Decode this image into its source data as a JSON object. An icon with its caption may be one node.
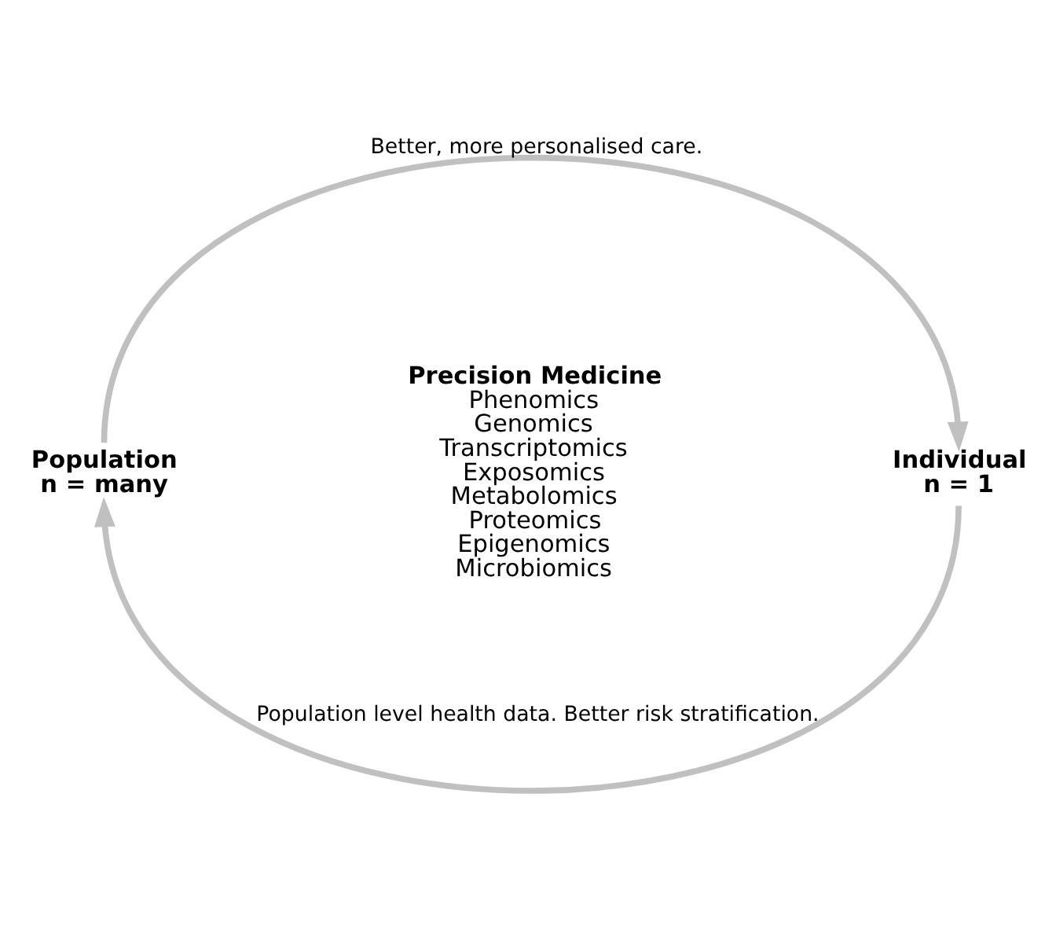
{
  "diagram": {
    "nodes": [
      {
        "text": [
          "Precision Medicine",
          "Phenomics",
          "Genomics",
          "Transcriptomics",
          "Exposomics",
          "Metabolomics",
          "Proteomics",
          "Epigenomics",
          "Microbiomics"
        ]
      },
      {
        "text": [
          "Population",
          "n = many"
        ]
      },
      {
        "text": [
          "Individual",
          "n = 1"
        ]
      }
    ],
    "edges": [
      {
        "from": 1,
        "to": 2,
        "arrow": "to",
        "label": "Better, more personalised care."
      },
      {
        "from": 2,
        "to": 1,
        "arrow": "to",
        "label": "Population level health data. Better risk stratification."
      }
    ]
  }
}
